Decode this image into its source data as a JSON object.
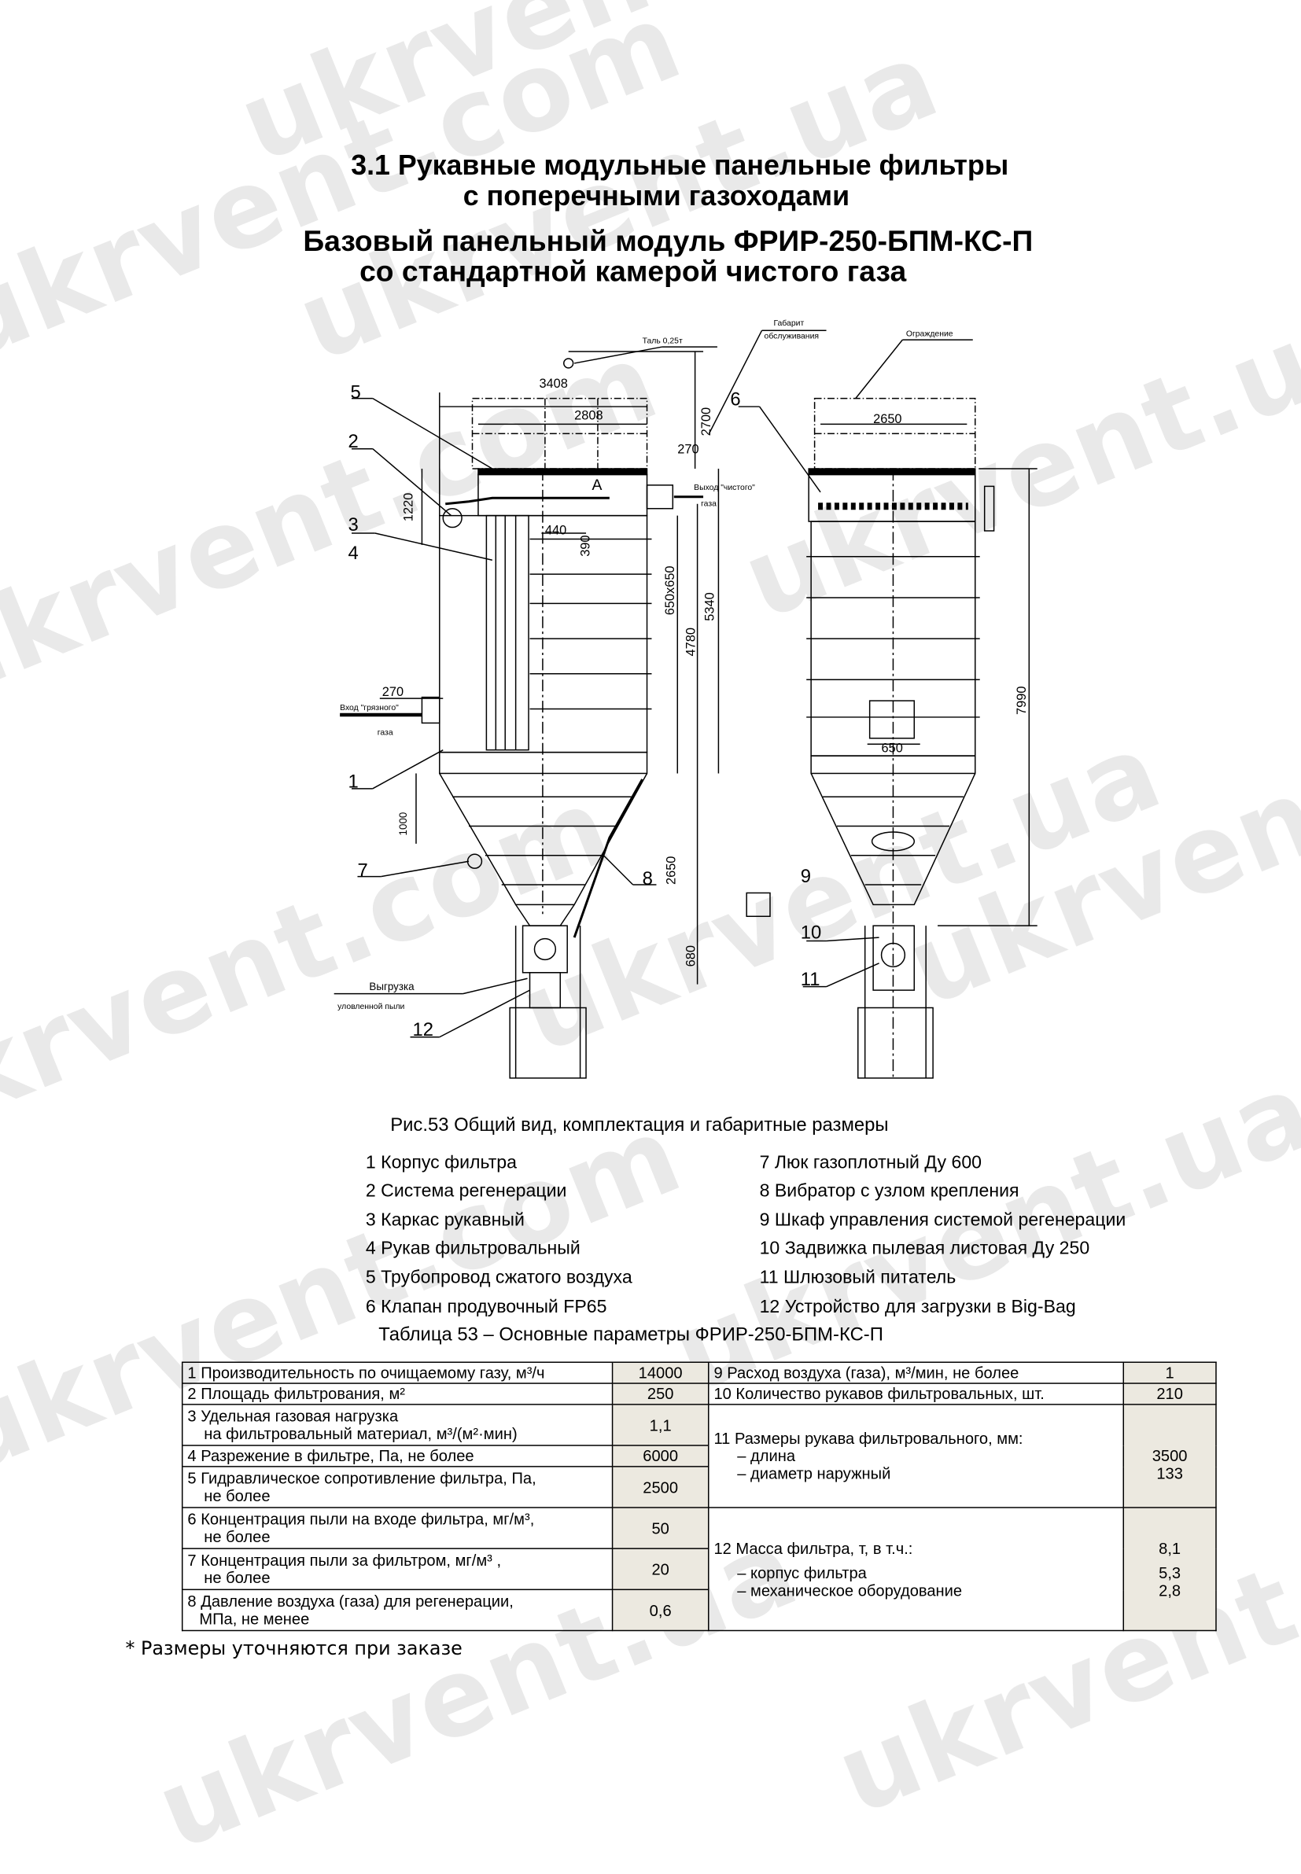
{
  "watermarks": [
    "ukrvent.com",
    "ukrvent.ua",
    "ukrvent.com",
    "ukrvent.ua",
    "ukrvent.com",
    "ukrvent.ua",
    "ukrvent.com",
    "ukrvent.ua",
    "ukrvent.com",
    "ukrvent.ua",
    "ukrvent.com",
    "ukrvent.ua"
  ],
  "header": {
    "line1": "3.1  Рукавные модульные панельные фильтры",
    "line2": "с поперечными газоходами",
    "line3": "Базовый панельный модуль ФРИР-250-БПМ-КС-П",
    "line4": "со стандартной камерой чистого газа"
  },
  "drawing": {
    "notes": {
      "hoist": "Таль 0,25т",
      "service1": "Габарит",
      "service2": "обслуживания",
      "fence": "Ограждение",
      "outlet1": "Выход \"чистого\"",
      "outlet2": "газа",
      "inlet1": "Вход \"грязного\"",
      "inlet2": "газа",
      "unload1": "Выгрузка",
      "unload2": "уловленной пыли",
      "section": "А"
    },
    "dims": {
      "d3408": "3408",
      "d2808": "2808",
      "d2700": "2700",
      "d270a": "270",
      "d1220": "1220",
      "d440": "440",
      "d390": "390",
      "d650x650": "650х650",
      "d4780": "4780",
      "d5340": "5340",
      "d270b": "270",
      "d1000": "1000",
      "d2650a": "2650",
      "d680": "680",
      "d2650b": "2650",
      "d7990": "7990",
      "d650": "650"
    },
    "callouts": [
      "1",
      "2",
      "3",
      "4",
      "5",
      "6",
      "7",
      "8",
      "9",
      "10",
      "11",
      "12"
    ]
  },
  "caption": "Рис.53 Общий вид, комплектация и габаритные размеры",
  "legend": [
    "1  Корпус фильтра",
    "2  Система регенерации",
    "3  Каркас рукавный",
    "4  Рукав фильтровальный",
    "5  Трубопровод сжатого воздуха",
    "6  Клапан продувочный FP65",
    "7  Люк газоплотный Ду 600",
    "8  Вибратор с узлом крепления",
    "9  Шкаф управления системой регенерации",
    "10  Задвижка пылевая листовая Ду 250",
    "11  Шлюзовый питатель",
    "12  Устройство для загрузки в Big-Bag"
  ],
  "table_caption": "Таблица 53  –  Основные параметры ФРИР-250-БПМ-КС-П",
  "table": {
    "left": [
      {
        "label": "1 Производительность  по очищаемому газу, м³/ч",
        "value": "14000"
      },
      {
        "label": "2  Площадь фильтрования, м²",
        "value": "250"
      },
      {
        "label": "3  Удельная газовая нагрузка",
        "label2": "на фильтровальный материал, м³/(м²·мин)",
        "value": "1,1"
      },
      {
        "label": "4  Разрежение в фильтре, Па, не более",
        "value": "6000"
      },
      {
        "label": "5  Гидравлическое сопротивление фильтра, Па,",
        "label2": "не более",
        "value": "2500"
      },
      {
        "label": "6  Концентрация пыли на входе фильтра, мг/м³,",
        "label2": "не более",
        "value": "50"
      },
      {
        "label": "7  Концентрация пыли за фильтром, мг/м³ ,",
        "label2": "не более",
        "value": "20"
      },
      {
        "label": "8  Давление воздуха (газа) для регенерации,",
        "label2": "МПа, не менее",
        "value": "0,6"
      }
    ],
    "right": [
      {
        "label": "9   Расход воздуха (газа), м³/мин, не более",
        "value": "1"
      },
      {
        "label": "10  Количество рукавов фильтровальных, шт.",
        "value": "210"
      },
      {
        "label": "11  Размеры рукава фильтровального, мм:",
        "sub1": "–  длина",
        "sub2": "–  диаметр наружный",
        "value1": "3500",
        "value2": "133"
      },
      {
        "label": "12  Масса фильтра, т,  в т.ч.:",
        "sub1": "–  корпус фильтра",
        "sub2": "–   механическое оборудование",
        "value": "8,1",
        "value1": "5,3",
        "value2": "2,8"
      }
    ]
  },
  "footnote": "* Размеры уточняются при заказе",
  "colors": {
    "value_cell_bg": "#ece9e0",
    "watermark": "#e9e9e9"
  }
}
